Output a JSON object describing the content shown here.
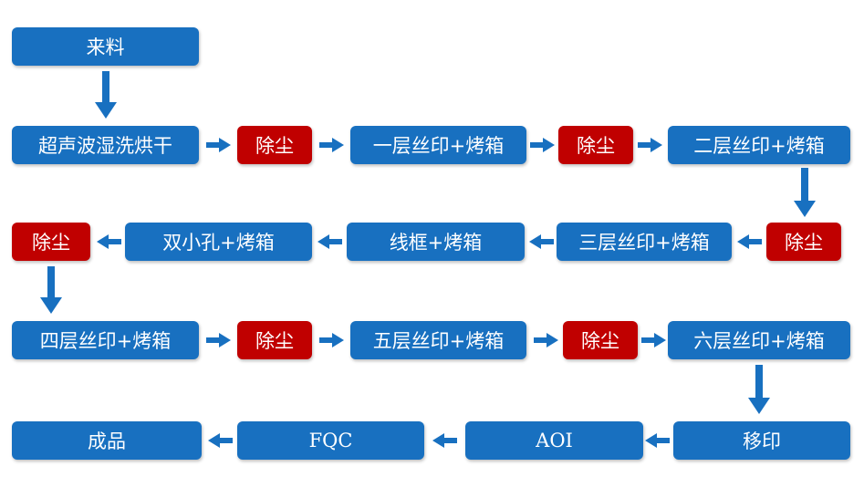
{
  "colors": {
    "process": "#1870c0",
    "dust": "#c00000",
    "arrow": "#1870c0",
    "text": "#ffffff"
  },
  "row0": {
    "incoming": "来料"
  },
  "row1": {
    "wash": "超声波湿洗烘干",
    "dust1": "除尘",
    "print1": "一层丝印+烤箱",
    "dust2": "除尘",
    "print2": "二层丝印+烤箱"
  },
  "row2": {
    "dust": "除尘",
    "holes": "双小孔+烤箱",
    "frame": "线框+烤箱",
    "print3": "三层丝印+烤箱",
    "dust3": "除尘"
  },
  "row3": {
    "print4": "四层丝印+烤箱",
    "dust4": "除尘",
    "print5": "五层丝印+烤箱",
    "dust5": "除尘",
    "print6": "六层丝印+烤箱"
  },
  "row4": {
    "finished": "成品",
    "fqc": "FQC",
    "aoi": "AOI",
    "pad_print": "移印"
  }
}
